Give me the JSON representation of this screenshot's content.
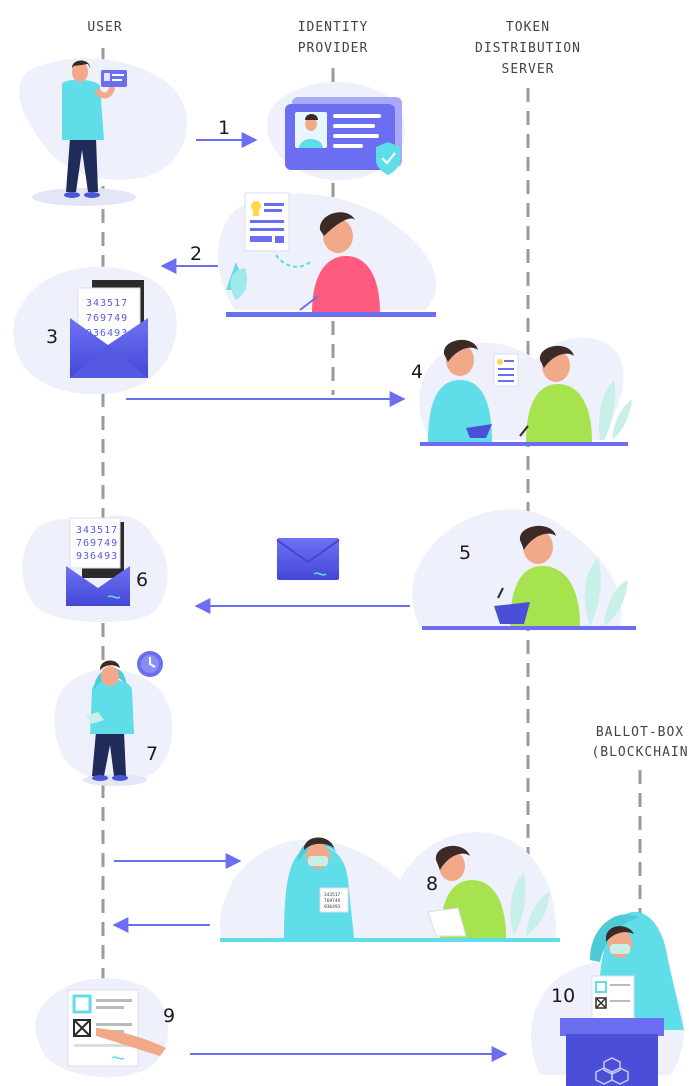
{
  "lanes": {
    "user": "USER",
    "identity_provider": [
      "IDENTITY",
      "PROVIDER"
    ],
    "token_server": [
      "TOKEN",
      "DISTRIBUTION",
      "SERVER"
    ],
    "ballot_box": [
      "BALLOT-BOX",
      "(BLOCKCHAIN"
    ]
  },
  "steps": [
    "1",
    "2",
    "3",
    "4",
    "5",
    "6",
    "7",
    "8",
    "9",
    "10"
  ],
  "token_codes": [
    "343517",
    "769749",
    "936493"
  ],
  "colors": {
    "accent": "#6b6ef0",
    "accent_dark": "#4b4fd8",
    "cyan": "#5fdde8",
    "lime": "#a6e34f",
    "pink": "#ff5b7f",
    "blob": "#eef0fb",
    "navy": "#1f2b58",
    "dash": "#9a9a9a"
  }
}
